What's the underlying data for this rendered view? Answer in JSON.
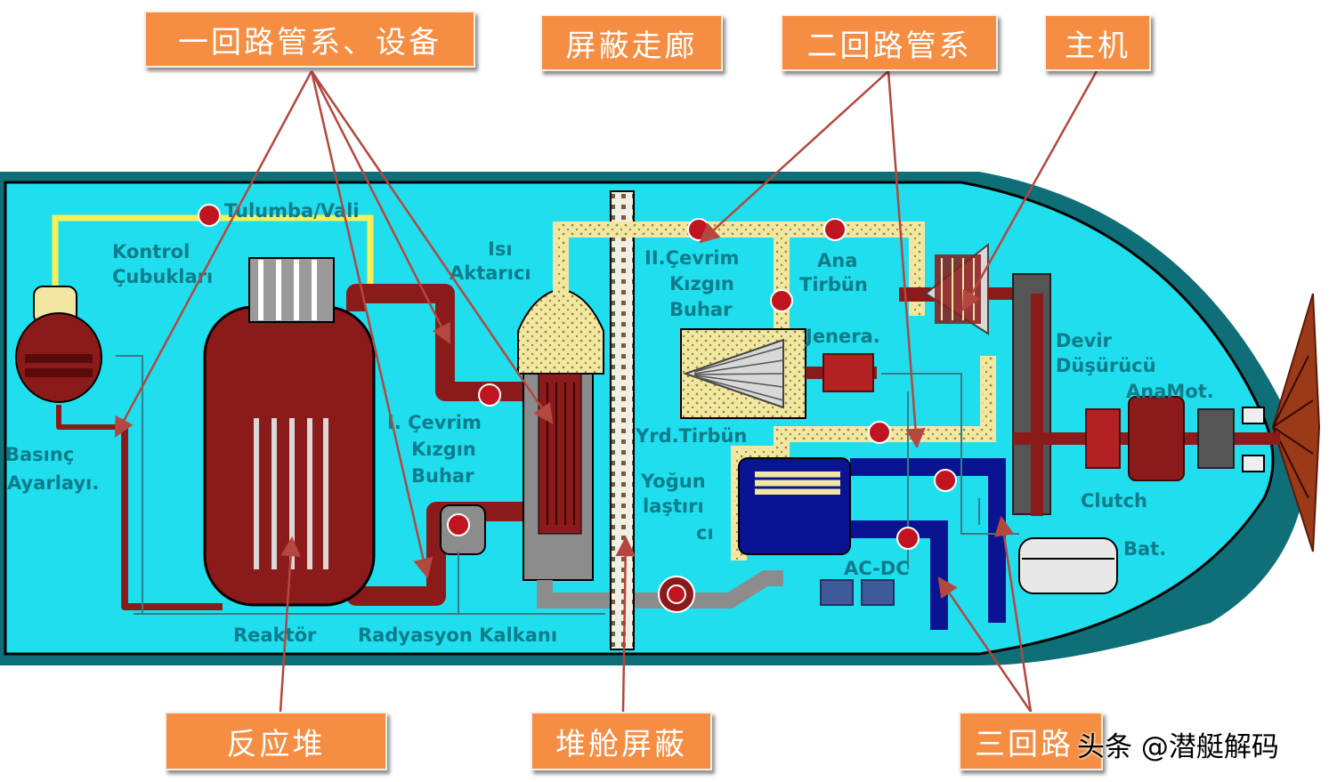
{
  "colors": {
    "hull_outer": "#0e6f78",
    "hull_inner": "#1fdfef",
    "primary_loop": "#8b1a1a",
    "secondary_loop": "#f2e7a2",
    "tertiary_loop": "#0b1490",
    "shield_gray": "#8c8c8c",
    "callout_fill": "#f58d42",
    "arrow": "#b4473f",
    "diagram_text": "#0e7c8a"
  },
  "callouts": {
    "primary_loop_equipment": "一回路管系、设备",
    "shield_corridor": "屏蔽走廊",
    "secondary_loop_piping": "二回路管系",
    "main_engine": "主机",
    "reactor": "反应堆",
    "reactor_compartment_shield": "堆舱屏蔽",
    "tertiary_loop": "三回路"
  },
  "diagram_labels": {
    "pump_valve": "Tulumba/Vali",
    "control_rods_1": "Kontrol",
    "control_rods_2": "Çubukları",
    "heat_exchanger_1": "Isı",
    "heat_exchanger_2": "Aktarıcı",
    "secondary_steam_1": "II.Çevrim",
    "secondary_steam_2": "Kızgın",
    "secondary_steam_3": "Buhar",
    "main_turbine_1": "Ana",
    "main_turbine_2": "Tirbün",
    "generator": "Jenera.",
    "reduction_gear_1": "Devir",
    "reduction_gear_2": "Düşürücü",
    "main_motor": "AnaMot.",
    "pressurizer_1": "Basınç",
    "pressurizer_2": "Ayarlayı.",
    "primary_steam_1": "I. Çevrim",
    "primary_steam_2": "Kızgın",
    "primary_steam_3": "Buhar",
    "aux_turbine": "Yrd.Tirbün",
    "condenser_1": "Yoğun",
    "condenser_2": "laştırı",
    "condenser_3": "cı",
    "clutch": "Clutch",
    "battery": "Bat.",
    "ac_dc": "AC-DC",
    "reactor": "Reaktör",
    "radiation_shield": "Radyasyon Kalkanı"
  },
  "watermark": "头条 @潜艇解码"
}
